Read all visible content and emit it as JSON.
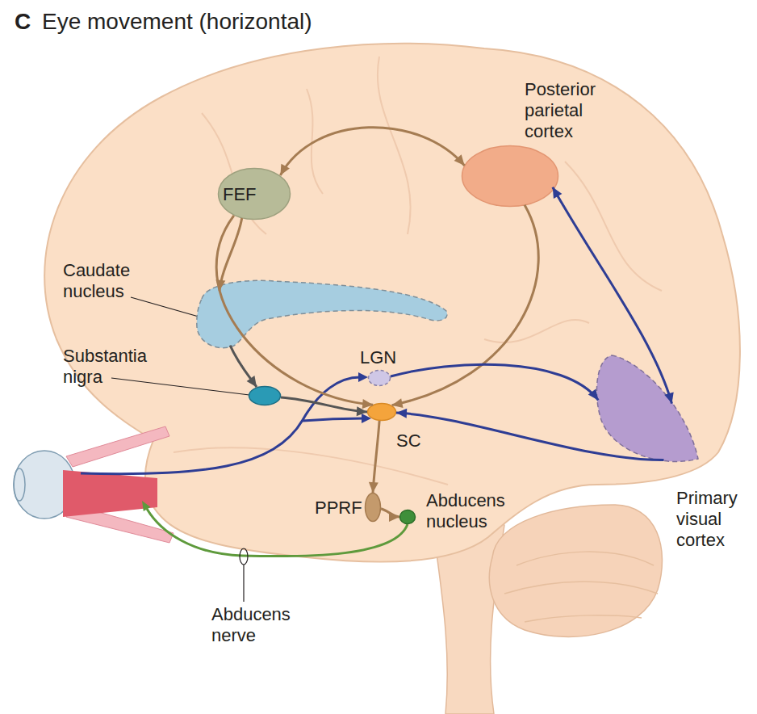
{
  "diagram": {
    "title": "Eye movement (horizontal)",
    "nodes": [
      {
        "text": [
          "FEF"
        ]
      },
      {
        "text": [
          "Posterior parietal cortex"
        ]
      },
      {
        "text": [
          "Caudate nucleus"
        ]
      },
      {
        "text": [
          "Substantia nigra"
        ]
      },
      {
        "text": [
          "LGN"
        ]
      },
      {
        "text": [
          "SC"
        ]
      },
      {
        "text": [
          "PPRF"
        ]
      },
      {
        "text": [
          "Abducens nucleus"
        ]
      },
      {
        "text": [
          "Primary visual cortex"
        ]
      }
    ],
    "edges": [
      {
        "from": 0,
        "to": 1,
        "arrow": "both"
      },
      {
        "from": 0,
        "to": 2,
        "arrow": "to"
      },
      {
        "from": 0,
        "to": 5,
        "arrow": "to"
      },
      {
        "from": 1,
        "to": 5,
        "arrow": "to"
      },
      {
        "from": 1,
        "to": 8,
        "arrow": "both"
      },
      {
        "from": 2,
        "to": 3,
        "arrow": "to"
      },
      {
        "from": 3,
        "to": 5,
        "arrow": "to"
      },
      {
        "from": 4,
        "to": 8,
        "arrow": "to"
      },
      {
        "from": 8,
        "to": 5,
        "arrow": "to"
      },
      {
        "from": 5,
        "to": 6,
        "arrow": "to"
      },
      {
        "from": 6,
        "to": 7,
        "arrow": "to"
      }
    ],
    "labels": [
      "C",
      "Abducens nerve"
    ]
  }
}
